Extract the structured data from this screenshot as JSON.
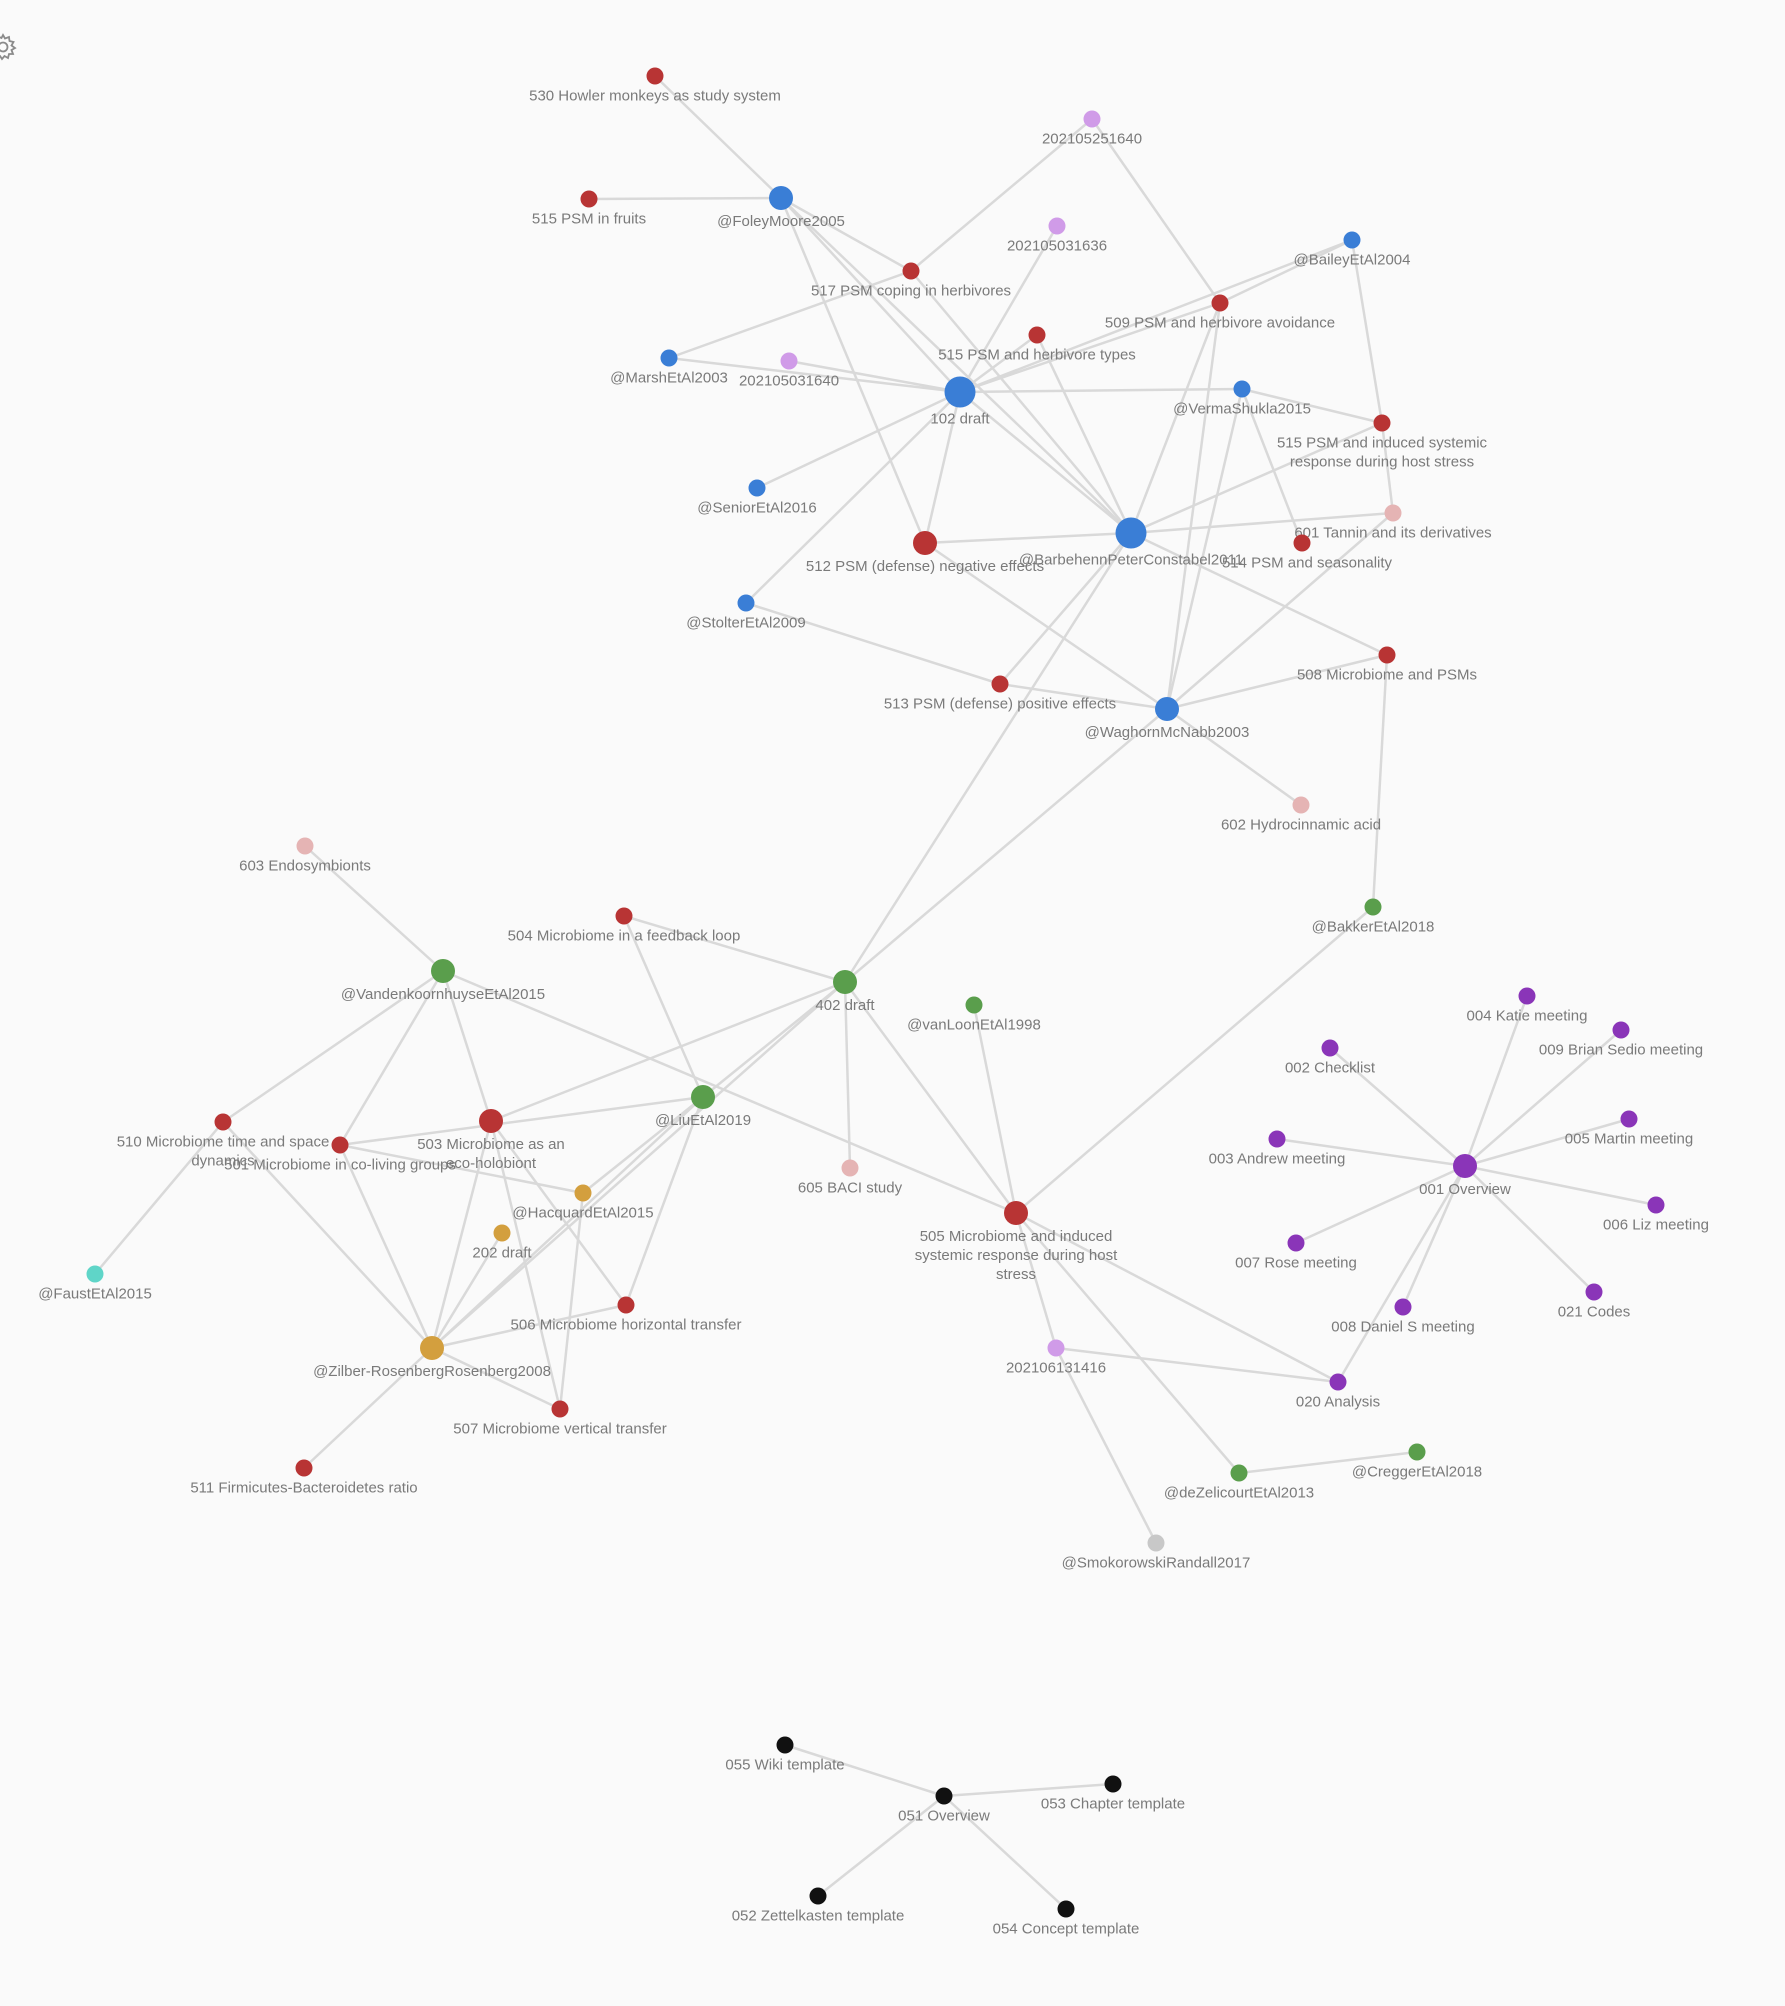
{
  "settings": {
    "icon": "gear-icon"
  },
  "groups": {
    "literature": "#3a7ed6",
    "permanent": "#b83434",
    "green": "#5a9e4c",
    "gold": "#d39f3e",
    "purple": "#8a35b8",
    "lilac": "#d09be8",
    "pink": "#e5b4b4",
    "teal": "#5fd5c8",
    "gray": "#c8c8c8",
    "black": "#111111"
  },
  "nodes": [
    {
      "id": "n530",
      "label": "530 Howler monkeys as study system",
      "group": "permanent",
      "size": "s"
    },
    {
      "id": "n515f",
      "label": "515 PSM in fruits",
      "group": "permanent",
      "size": "s"
    },
    {
      "id": "foley",
      "label": "@FoleyMoore2005",
      "group": "literature",
      "size": "m"
    },
    {
      "id": "d251640",
      "label": "202105251640",
      "group": "lilac",
      "size": "s"
    },
    {
      "id": "d031636",
      "label": "202105031636",
      "group": "lilac",
      "size": "s"
    },
    {
      "id": "n517",
      "label": "517 PSM coping in herbivores",
      "group": "permanent",
      "size": "s"
    },
    {
      "id": "bailey",
      "label": "@BaileyEtAl2004",
      "group": "literature",
      "size": "s"
    },
    {
      "id": "n509",
      "label": "509 PSM and herbivore avoidance",
      "group": "permanent",
      "size": "s"
    },
    {
      "id": "n515t",
      "label": "515 PSM and herbivore types",
      "group": "permanent",
      "size": "s"
    },
    {
      "id": "marsh",
      "label": "@MarshEtAl2003",
      "group": "literature",
      "size": "s"
    },
    {
      "id": "d031640",
      "label": "202105031640",
      "group": "lilac",
      "size": "s"
    },
    {
      "id": "d102",
      "label": "102 draft",
      "group": "literature",
      "size": "l"
    },
    {
      "id": "verma",
      "label": "@VermaShukla2015",
      "group": "literature",
      "size": "s"
    },
    {
      "id": "n515i",
      "label": "515 PSM and induced systemic\nresponse during host stress",
      "group": "permanent",
      "size": "s"
    },
    {
      "id": "senior",
      "label": "@SeniorEtAl2016",
      "group": "literature",
      "size": "s"
    },
    {
      "id": "n601",
      "label": "601 Tannin and its derivatives",
      "group": "pink",
      "size": "s"
    },
    {
      "id": "n512",
      "label": "512 PSM (defense) negative effects",
      "group": "permanent",
      "size": "m"
    },
    {
      "id": "barbehenn",
      "label": "@BarbehennPeterConstabel2011",
      "group": "literature",
      "size": "l"
    },
    {
      "id": "n514",
      "label": "514 PSM and seasonality",
      "group": "permanent",
      "size": "s"
    },
    {
      "id": "stolter",
      "label": "@StolterEtAl2009",
      "group": "literature",
      "size": "s"
    },
    {
      "id": "n508",
      "label": "508 Microbiome and PSMs",
      "group": "permanent",
      "size": "s"
    },
    {
      "id": "n513",
      "label": "513 PSM (defense) positive effects",
      "group": "permanent",
      "size": "s"
    },
    {
      "id": "waghorn",
      "label": "@WaghornMcNabb2003",
      "group": "literature",
      "size": "m"
    },
    {
      "id": "n602",
      "label": "602 Hydrocinnamic acid",
      "group": "pink",
      "size": "s"
    },
    {
      "id": "n603",
      "label": "603 Endosymbionts",
      "group": "pink",
      "size": "s"
    },
    {
      "id": "bakker",
      "label": "@BakkerEtAl2018",
      "group": "green",
      "size": "s"
    },
    {
      "id": "n504",
      "label": "504 Microbiome in a feedback loop",
      "group": "permanent",
      "size": "s"
    },
    {
      "id": "vanden",
      "label": "@VandenkoornhuyseEtAl2015",
      "group": "green",
      "size": "m"
    },
    {
      "id": "d402",
      "label": "402 draft",
      "group": "green",
      "size": "m"
    },
    {
      "id": "vanloon",
      "label": "@vanLoonEtAl1998",
      "group": "green",
      "size": "s"
    },
    {
      "id": "n004",
      "label": "004 Katie meeting",
      "group": "purple",
      "size": "s"
    },
    {
      "id": "n009",
      "label": "009 Brian Sedio meeting",
      "group": "purple",
      "size": "s"
    },
    {
      "id": "n002",
      "label": "002 Checklist",
      "group": "purple",
      "size": "s"
    },
    {
      "id": "liu",
      "label": "@LiuEtAl2019",
      "group": "green",
      "size": "m"
    },
    {
      "id": "n510",
      "label": "510 Microbiome time and space\ndynamics",
      "group": "permanent",
      "size": "s"
    },
    {
      "id": "n503",
      "label": "503 Microbiome as an\neco-holobiont",
      "group": "permanent",
      "size": "m"
    },
    {
      "id": "n501",
      "label": "501 Microbiome in co-living groups",
      "group": "permanent",
      "size": "s"
    },
    {
      "id": "n005",
      "label": "005 Martin meeting",
      "group": "purple",
      "size": "s"
    },
    {
      "id": "n003",
      "label": "003 Andrew meeting",
      "group": "purple",
      "size": "s"
    },
    {
      "id": "n001",
      "label": "001 Overview",
      "group": "purple",
      "size": "m"
    },
    {
      "id": "hacquard",
      "label": "@HacquardEtAl2015",
      "group": "gold",
      "size": "s"
    },
    {
      "id": "n605",
      "label": "605 BACI study",
      "group": "pink",
      "size": "s"
    },
    {
      "id": "d202",
      "label": "202 draft",
      "group": "gold",
      "size": "s"
    },
    {
      "id": "n505",
      "label": "505 Microbiome and induced\nsystemic response during host\nstress",
      "group": "permanent",
      "size": "m"
    },
    {
      "id": "n006",
      "label": "006 Liz meeting",
      "group": "purple",
      "size": "s"
    },
    {
      "id": "faust",
      "label": "@FaustEtAl2015",
      "group": "teal",
      "size": "s"
    },
    {
      "id": "n007",
      "label": "007 Rose meeting",
      "group": "purple",
      "size": "s"
    },
    {
      "id": "n021",
      "label": "021 Codes",
      "group": "purple",
      "size": "s"
    },
    {
      "id": "n506",
      "label": "506 Microbiome horizontal transfer",
      "group": "permanent",
      "size": "s"
    },
    {
      "id": "n008",
      "label": "008 Daniel S meeting",
      "group": "purple",
      "size": "s"
    },
    {
      "id": "zilber",
      "label": "@Zilber-RosenbergRosenberg2008",
      "group": "gold",
      "size": "m"
    },
    {
      "id": "d131416",
      "label": "202106131416",
      "group": "lilac",
      "size": "s"
    },
    {
      "id": "n020",
      "label": "020 Analysis",
      "group": "purple",
      "size": "s"
    },
    {
      "id": "n507",
      "label": "507 Microbiome vertical transfer",
      "group": "permanent",
      "size": "s"
    },
    {
      "id": "n511",
      "label": "511 Firmicutes-Bacteroidetes ratio",
      "group": "permanent",
      "size": "s"
    },
    {
      "id": "cregger",
      "label": "@CreggerEtAl2018",
      "group": "green",
      "size": "s"
    },
    {
      "id": "dezel",
      "label": "@deZelicourtEtAl2013",
      "group": "green",
      "size": "s"
    },
    {
      "id": "smoko",
      "label": "@SmokorowskiRandall2017",
      "group": "gray",
      "size": "s"
    },
    {
      "id": "n055",
      "label": "055 Wiki template",
      "group": "black",
      "size": "s"
    },
    {
      "id": "n053",
      "label": "053 Chapter template",
      "group": "black",
      "size": "s"
    },
    {
      "id": "n051",
      "label": "051 Overview",
      "group": "black",
      "size": "s"
    },
    {
      "id": "n052",
      "label": "052 Zettelkasten template",
      "group": "black",
      "size": "s"
    },
    {
      "id": "n054",
      "label": "054 Concept template",
      "group": "black",
      "size": "s"
    }
  ],
  "edges": [
    [
      "n530",
      "foley"
    ],
    [
      "n515f",
      "foley"
    ],
    [
      "foley",
      "n517"
    ],
    [
      "foley",
      "d102"
    ],
    [
      "foley",
      "barbehenn"
    ],
    [
      "foley",
      "n512"
    ],
    [
      "d251640",
      "n517"
    ],
    [
      "d251640",
      "n509"
    ],
    [
      "n517",
      "marsh"
    ],
    [
      "n517",
      "barbehenn"
    ],
    [
      "d031636",
      "d102"
    ],
    [
      "bailey",
      "n509"
    ],
    [
      "bailey",
      "d102"
    ],
    [
      "bailey",
      "n515i"
    ],
    [
      "n509",
      "d102"
    ],
    [
      "n509",
      "barbehenn"
    ],
    [
      "n509",
      "waghorn"
    ],
    [
      "n515t",
      "d102"
    ],
    [
      "n515t",
      "barbehenn"
    ],
    [
      "marsh",
      "d102"
    ],
    [
      "d031640",
      "d102"
    ],
    [
      "d102",
      "verma"
    ],
    [
      "d102",
      "senior"
    ],
    [
      "d102",
      "n512"
    ],
    [
      "d102",
      "barbehenn"
    ],
    [
      "d102",
      "stolter"
    ],
    [
      "verma",
      "n515i"
    ],
    [
      "verma",
      "n514"
    ],
    [
      "verma",
      "waghorn"
    ],
    [
      "n515i",
      "barbehenn"
    ],
    [
      "n515i",
      "n601"
    ],
    [
      "n512",
      "barbehenn"
    ],
    [
      "n512",
      "waghorn"
    ],
    [
      "barbehenn",
      "n601"
    ],
    [
      "barbehenn",
      "n508"
    ],
    [
      "barbehenn",
      "n513"
    ],
    [
      "barbehenn",
      "d402"
    ],
    [
      "stolter",
      "n513"
    ],
    [
      "n513",
      "waghorn"
    ],
    [
      "waghorn",
      "n508"
    ],
    [
      "waghorn",
      "n602"
    ],
    [
      "waghorn",
      "n601"
    ],
    [
      "waghorn",
      "d402"
    ],
    [
      "n508",
      "bakker"
    ],
    [
      "bakker",
      "n505"
    ],
    [
      "n603",
      "vanden"
    ],
    [
      "n504",
      "d402"
    ],
    [
      "n504",
      "liu"
    ],
    [
      "vanden",
      "n510"
    ],
    [
      "vanden",
      "n501"
    ],
    [
      "vanden",
      "n503"
    ],
    [
      "vanden",
      "n505"
    ],
    [
      "d402",
      "liu"
    ],
    [
      "d402",
      "n503"
    ],
    [
      "d402",
      "n605"
    ],
    [
      "d402",
      "n505"
    ],
    [
      "d402",
      "zilber"
    ],
    [
      "vanloon",
      "n505"
    ],
    [
      "liu",
      "n501"
    ],
    [
      "liu",
      "hacquard"
    ],
    [
      "liu",
      "zilber"
    ],
    [
      "liu",
      "n506"
    ],
    [
      "n503",
      "n507"
    ],
    [
      "n503",
      "n506"
    ],
    [
      "n503",
      "zilber"
    ],
    [
      "n510",
      "faust"
    ],
    [
      "n510",
      "zilber"
    ],
    [
      "n501",
      "hacquard"
    ],
    [
      "n501",
      "zilber"
    ],
    [
      "hacquard",
      "n507"
    ],
    [
      "d202",
      "zilber"
    ],
    [
      "n505",
      "n020"
    ],
    [
      "n505",
      "dezel"
    ],
    [
      "n505",
      "d131416"
    ],
    [
      "zilber",
      "n506"
    ],
    [
      "zilber",
      "n507"
    ],
    [
      "zilber",
      "n511"
    ],
    [
      "d131416",
      "n020"
    ],
    [
      "d131416",
      "smoko"
    ],
    [
      "dezel",
      "cregger"
    ],
    [
      "n001",
      "n002"
    ],
    [
      "n001",
      "n003"
    ],
    [
      "n001",
      "n004"
    ],
    [
      "n001",
      "n005"
    ],
    [
      "n001",
      "n006"
    ],
    [
      "n001",
      "n007"
    ],
    [
      "n001",
      "n008"
    ],
    [
      "n001",
      "n009"
    ],
    [
      "n001",
      "n020"
    ],
    [
      "n001",
      "n021"
    ],
    [
      "n051",
      "n055"
    ],
    [
      "n051",
      "n053"
    ],
    [
      "n051",
      "n052"
    ],
    [
      "n051",
      "n054"
    ]
  ]
}
